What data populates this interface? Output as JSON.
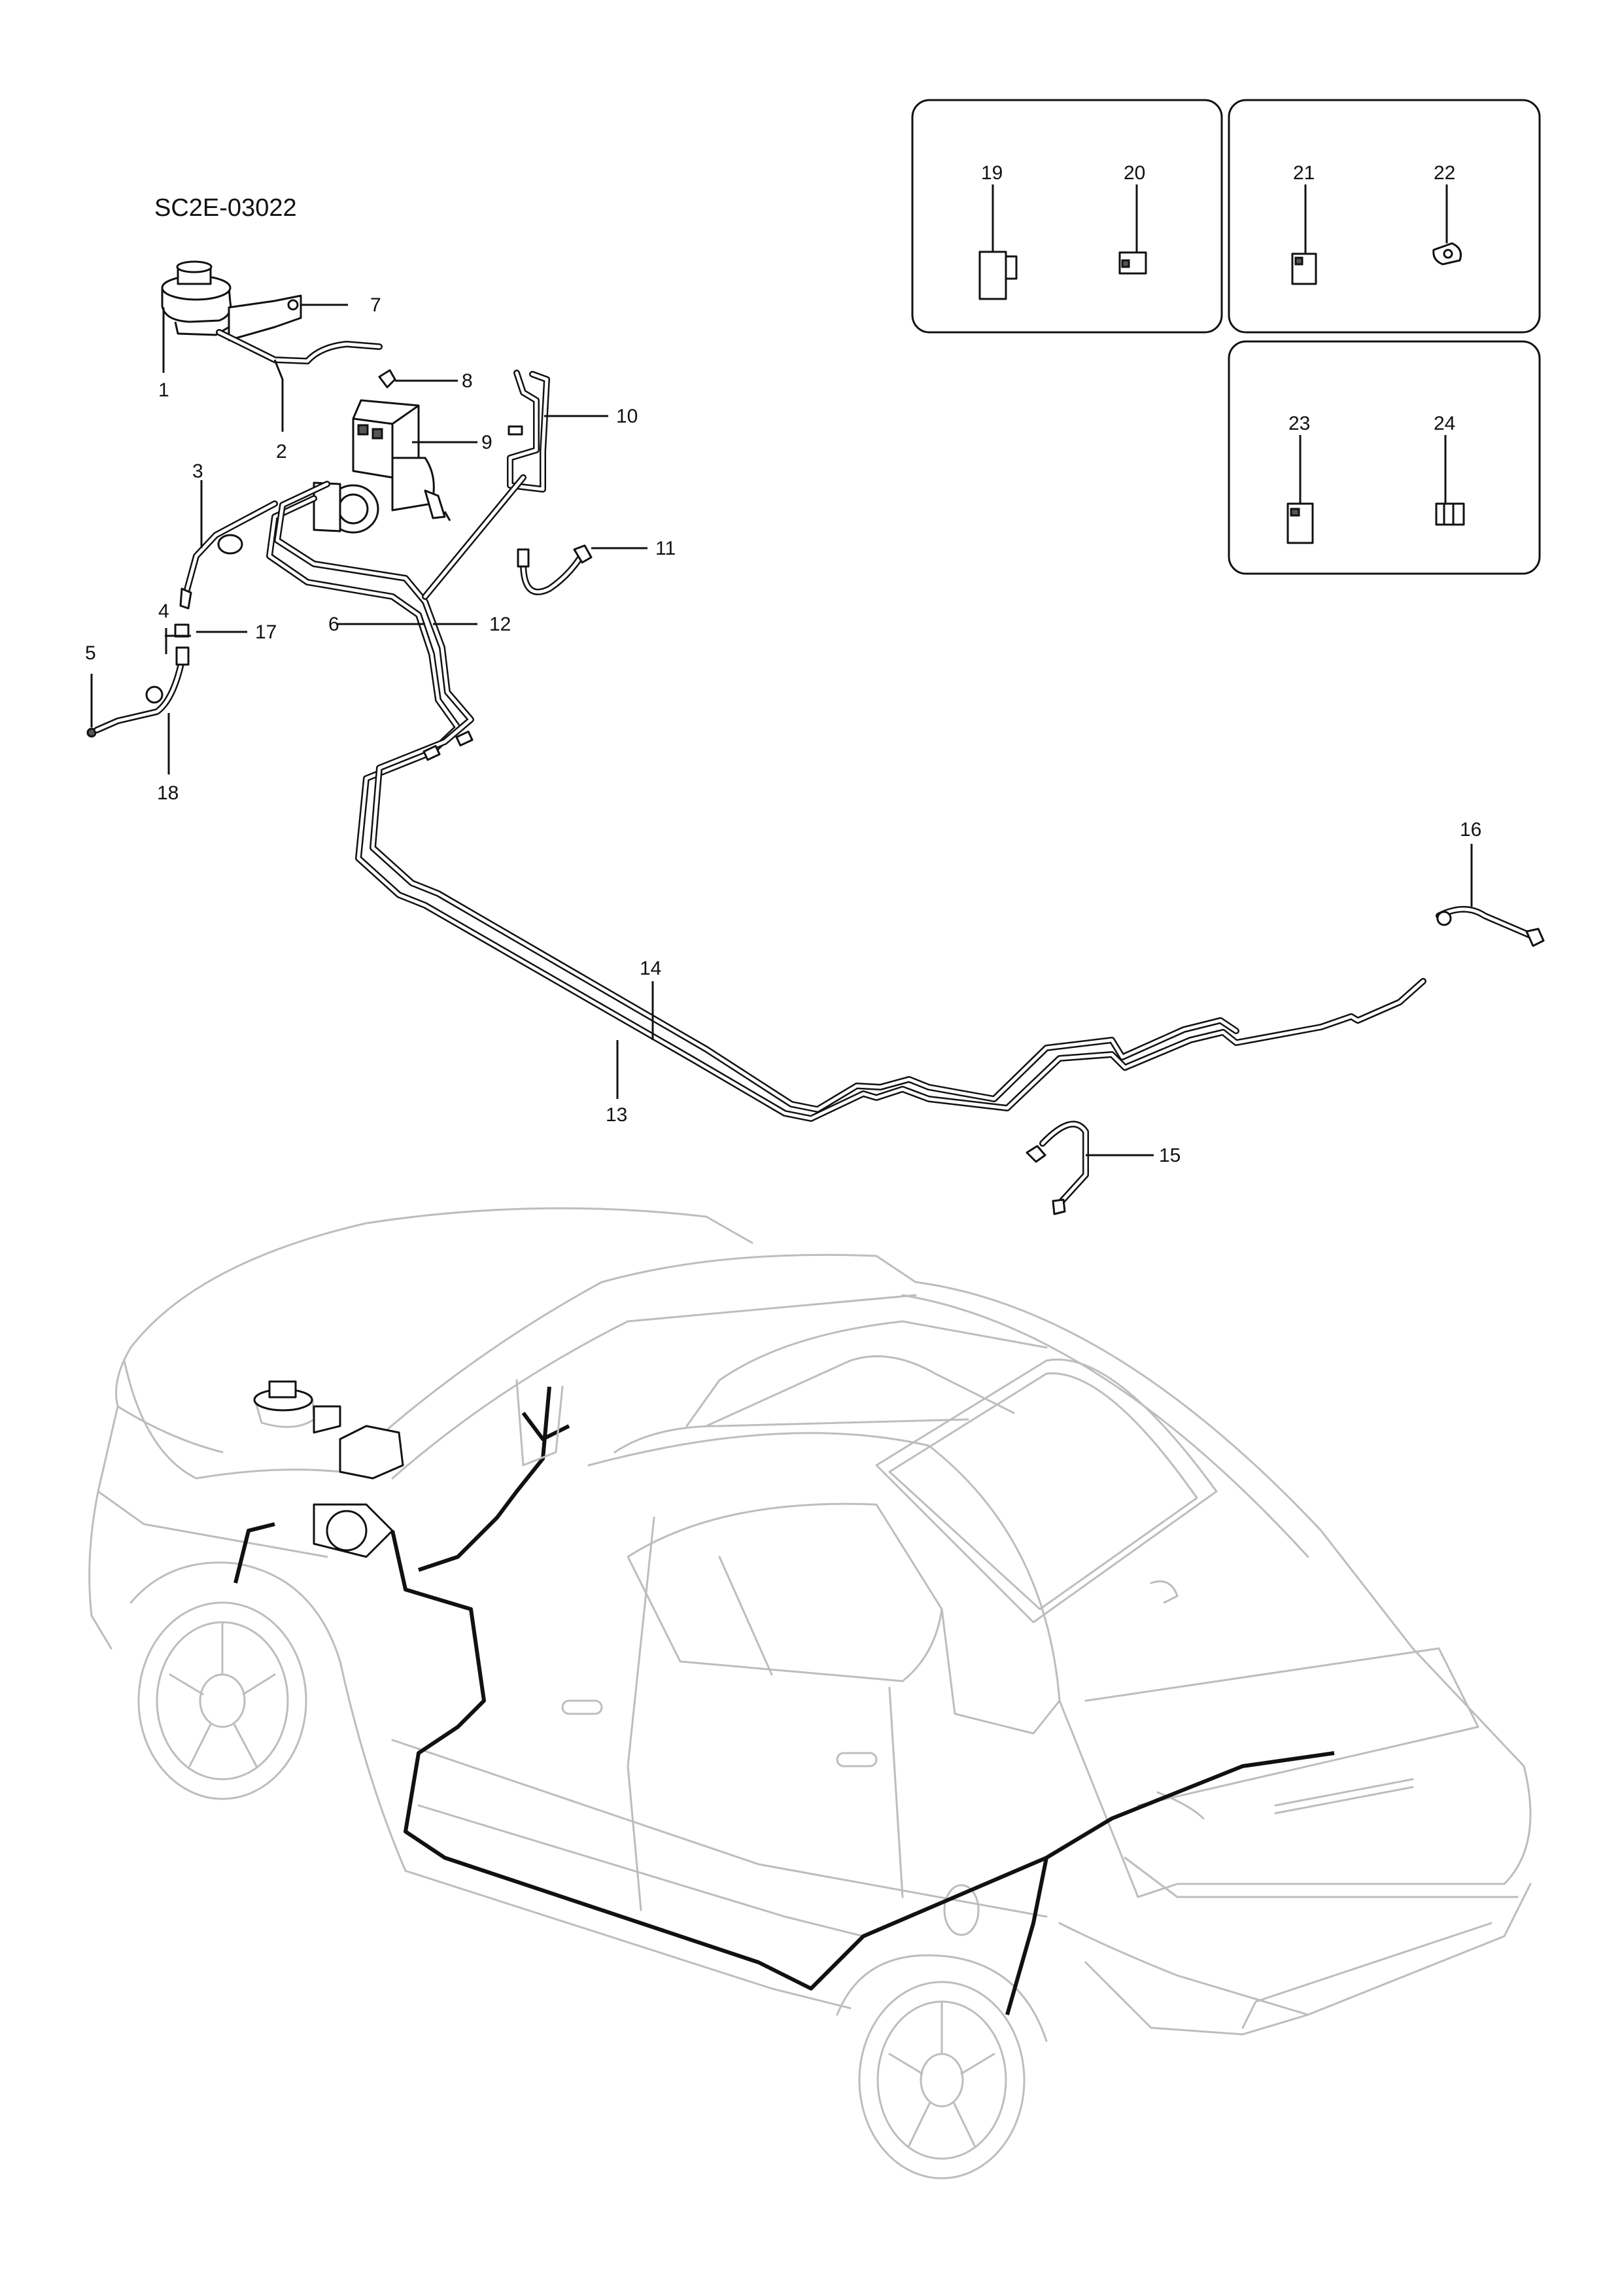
{
  "diagram": {
    "code": "SC2E-03022",
    "callouts": [
      "1",
      "2",
      "3",
      "4",
      "5",
      "6",
      "7",
      "8",
      "9",
      "10",
      "11",
      "12",
      "13",
      "14",
      "15",
      "16",
      "17",
      "18",
      "19",
      "20",
      "21",
      "22",
      "23",
      "24"
    ]
  }
}
